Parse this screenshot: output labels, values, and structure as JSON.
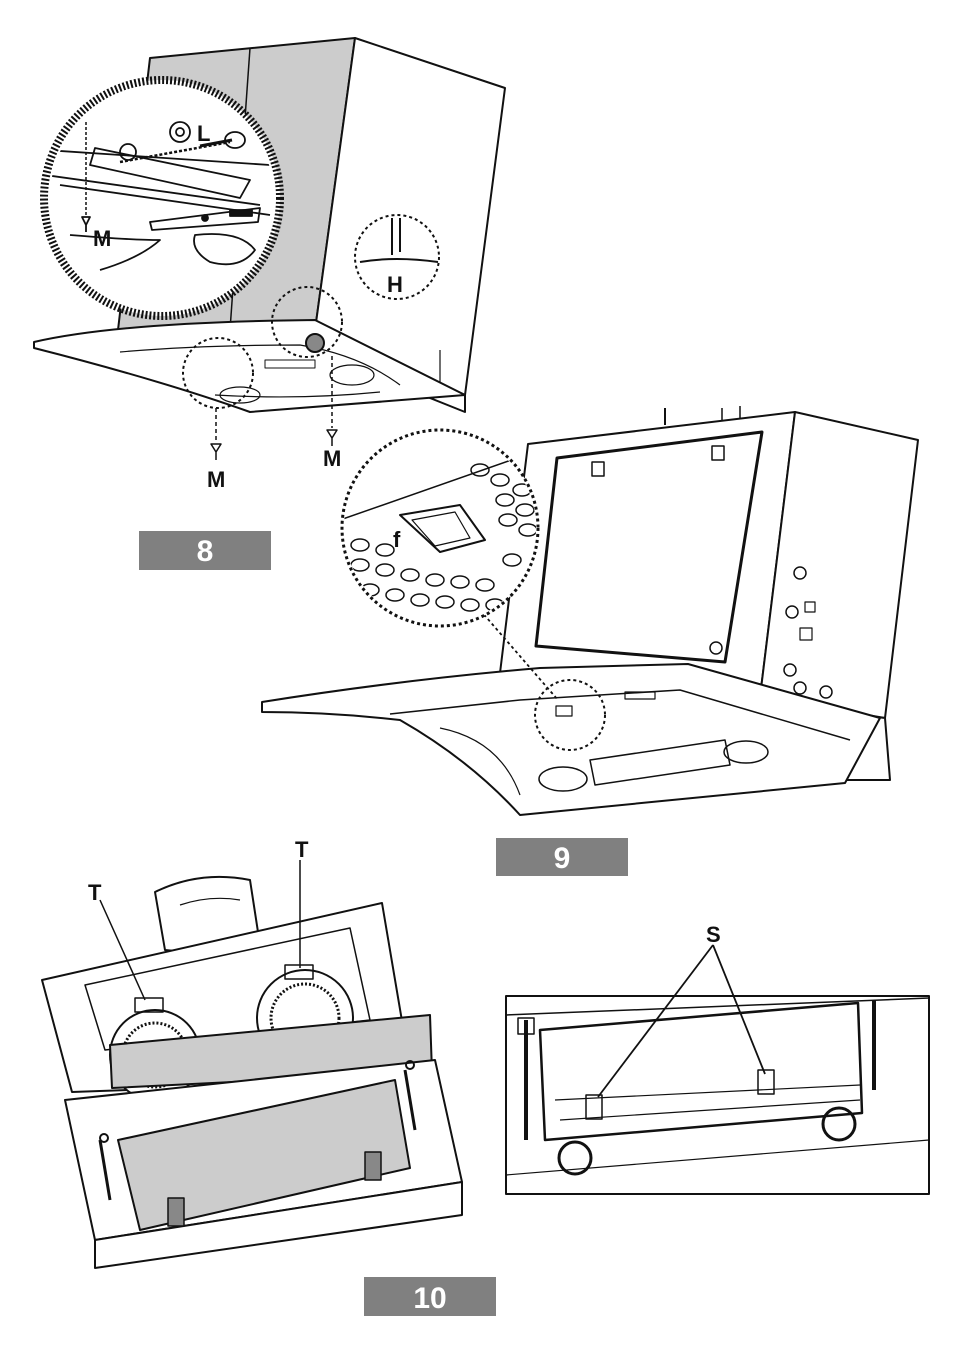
{
  "figures": [
    {
      "number": "8",
      "callouts": {
        "l": "L",
        "h": "H",
        "m1": "M",
        "m2": "M",
        "m3": "M"
      }
    },
    {
      "number": "9",
      "callouts": {
        "f": "f"
      }
    },
    {
      "number": "10",
      "callouts": {
        "t1": "T",
        "t2": "T",
        "s": "S"
      }
    }
  ],
  "colors": {
    "badge": "#808080",
    "panel": "#cccccc",
    "line": "#111111"
  }
}
